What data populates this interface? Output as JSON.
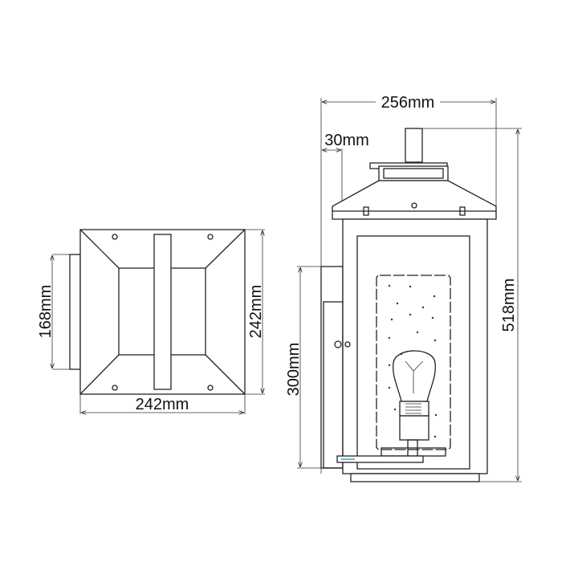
{
  "front_view": {
    "width_label": "242mm",
    "height_label": "242mm",
    "backplate_label": "168mm"
  },
  "side_view": {
    "width_label": "256mm",
    "offset_label": "30mm",
    "height_label": "518mm",
    "mount_height_label": "300mm"
  },
  "colors": {
    "line": "#222222",
    "accent": "#3aa6b9"
  }
}
